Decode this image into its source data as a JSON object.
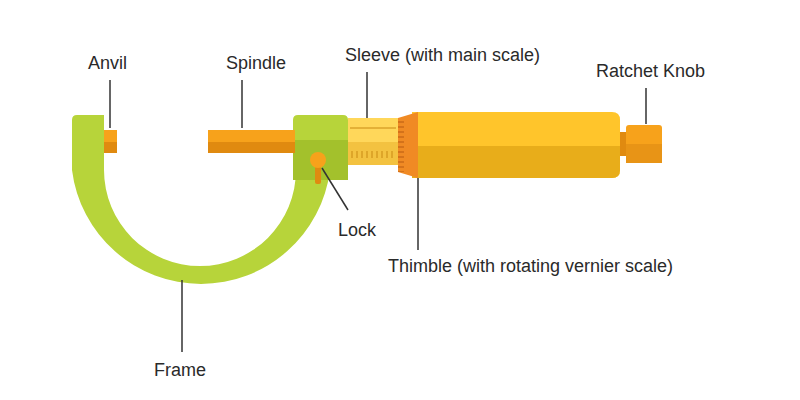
{
  "diagram": {
    "labels": [
      "Anvil",
      "Spindle",
      "Sleeve (with main scale)",
      "Ratchet Knob",
      "Lock",
      "Thimble (with rotating vernier scale)",
      "Frame"
    ]
  }
}
